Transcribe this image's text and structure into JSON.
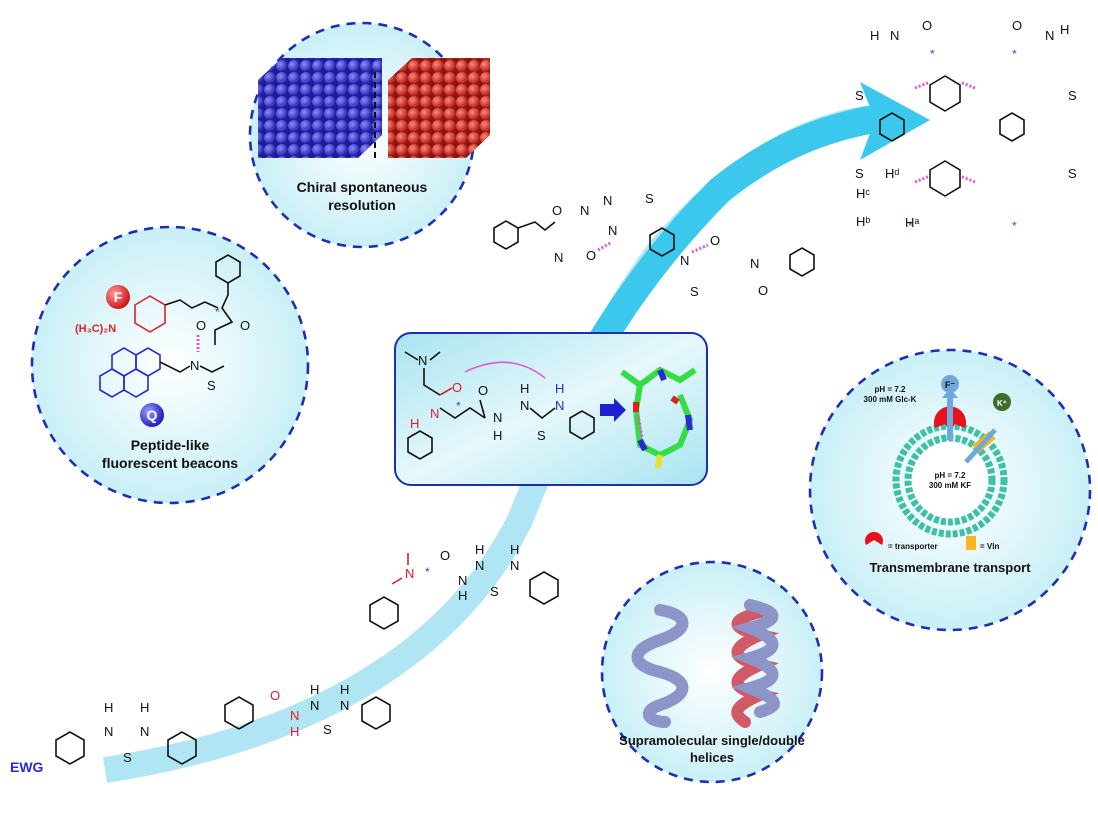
{
  "figure": {
    "panels": {
      "chiral": {
        "title_line1": "Chiral spontaneous",
        "title_line2": "resolution"
      },
      "beacons": {
        "title_line1": "Peptide-like",
        "title_line2": "fluorescent beacons",
        "fluorophore_label": "F",
        "quencher_label": "Q",
        "amine_label": "(H₃C)₂N"
      },
      "transport": {
        "title": "Transmembrane transport",
        "outside_line1": "pH = 7.2",
        "outside_line2": "300 mM Glc-K",
        "inside_line1": "pH = 7.2",
        "inside_line2": "300 mM KF",
        "anion_label": "F⁻",
        "cation_label": "K⁺",
        "legend_transporter": "= transporter",
        "legend_vln": "= Vln"
      },
      "helices": {
        "title_line1": "Supramolecular single/double",
        "title_line2": "helices"
      }
    },
    "labels": {
      "ewg": "EWG",
      "star": "*",
      "hydrogen": "H",
      "nitrogen": "N",
      "oxygen": "O",
      "sulfur": "S",
      "ha": "Hᵃ",
      "hb": "Hᵇ",
      "hc": "Hᶜ",
      "hd": "Hᵈ"
    },
    "colors": {
      "arrow": "#3cc8ec",
      "panel_border": "#1e2fb0",
      "fluorophore": "#e0202a",
      "quencher": "#2a2ad0",
      "hbond": "#e055d8"
    }
  }
}
